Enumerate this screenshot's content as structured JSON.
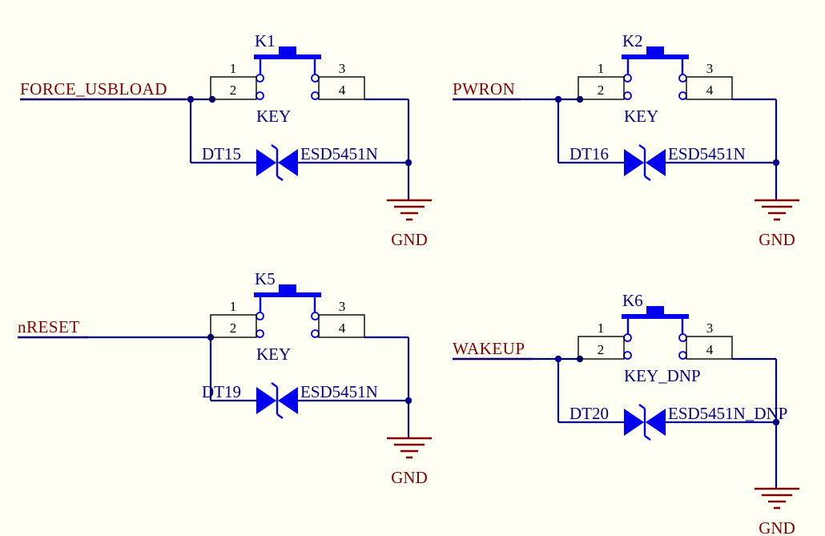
{
  "colors": {
    "background": "#FFFEF2",
    "wire_blue": "#000084",
    "net_label_red": "#840000",
    "designator_blue": "#000084",
    "device_blue": "#0000EE",
    "pin_number_black": "#000000"
  },
  "circuits": [
    {
      "net": "FORCE_USBLOAD",
      "switch_ref": "K1",
      "switch_value": "KEY",
      "pins": [
        "1",
        "2",
        "3",
        "4"
      ],
      "diode_ref": "DT15",
      "diode_value": "ESD5451N",
      "ground": "GND"
    },
    {
      "net": "PWRON",
      "switch_ref": "K2",
      "switch_value": "KEY",
      "pins": [
        "1",
        "2",
        "3",
        "4"
      ],
      "diode_ref": "DT16",
      "diode_value": "ESD5451N",
      "ground": "GND"
    },
    {
      "net": "nRESET",
      "switch_ref": "K5",
      "switch_value": "KEY",
      "pins": [
        "1",
        "2",
        "3",
        "4"
      ],
      "diode_ref": "DT19",
      "diode_value": "ESD5451N",
      "ground": "GND"
    },
    {
      "net": "WAKEUP",
      "switch_ref": "K6",
      "switch_value": "KEY_DNP",
      "pins": [
        "1",
        "2",
        "3",
        "4"
      ],
      "diode_ref": "DT20",
      "diode_value": "ESD5451N_DNP",
      "ground": "GND"
    }
  ]
}
